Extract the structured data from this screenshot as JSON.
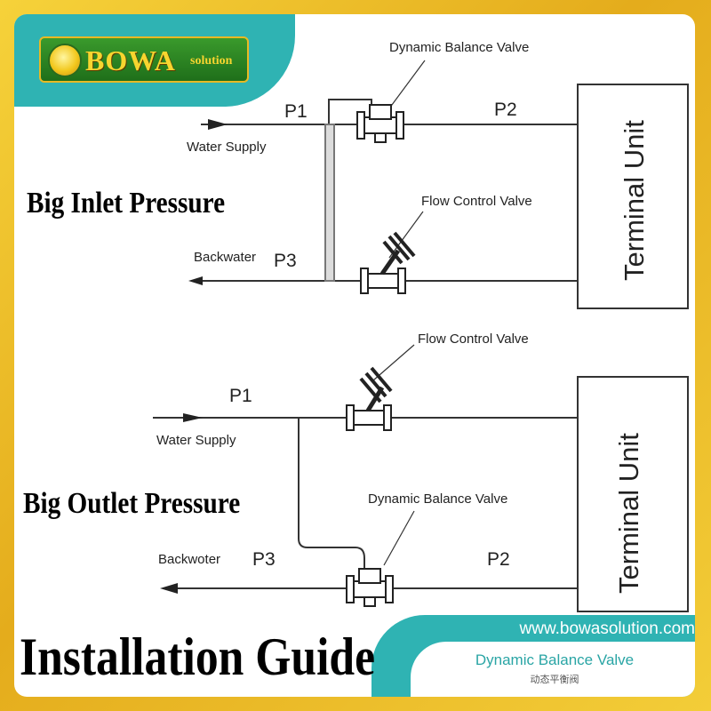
{
  "brand": {
    "name": "BOWA",
    "sub": "solution"
  },
  "top_diagram": {
    "heading": "Big Inlet Pressure",
    "dynamic_valve_label": "Dynamic Balance Valve",
    "flow_valve_label": "Flow Control Valve",
    "water_supply": "Water Supply",
    "backwater": "Backwater",
    "p1": "P1",
    "p2": "P2",
    "p3": "P3",
    "terminal": "Terminal Unit"
  },
  "bottom_diagram": {
    "heading": "Big Outlet Pressure",
    "dynamic_valve_label": "Dynamic Balance Valve",
    "flow_valve_label": "Flow Control Valve",
    "water_supply": "Water Supply",
    "backwater": "Backwoter",
    "p1": "P1",
    "p2": "P2",
    "p3": "P3",
    "terminal": "Terminal Unit"
  },
  "footer": {
    "title": "Installation Guide",
    "url": "www.bowasolution.com",
    "product": "Dynamic Balance Valve",
    "product_cn": "动态平衡阀"
  },
  "colors": {
    "teal": "#2fb3b3",
    "gold": "#e9b825",
    "logo_green": "#2f8a24"
  }
}
